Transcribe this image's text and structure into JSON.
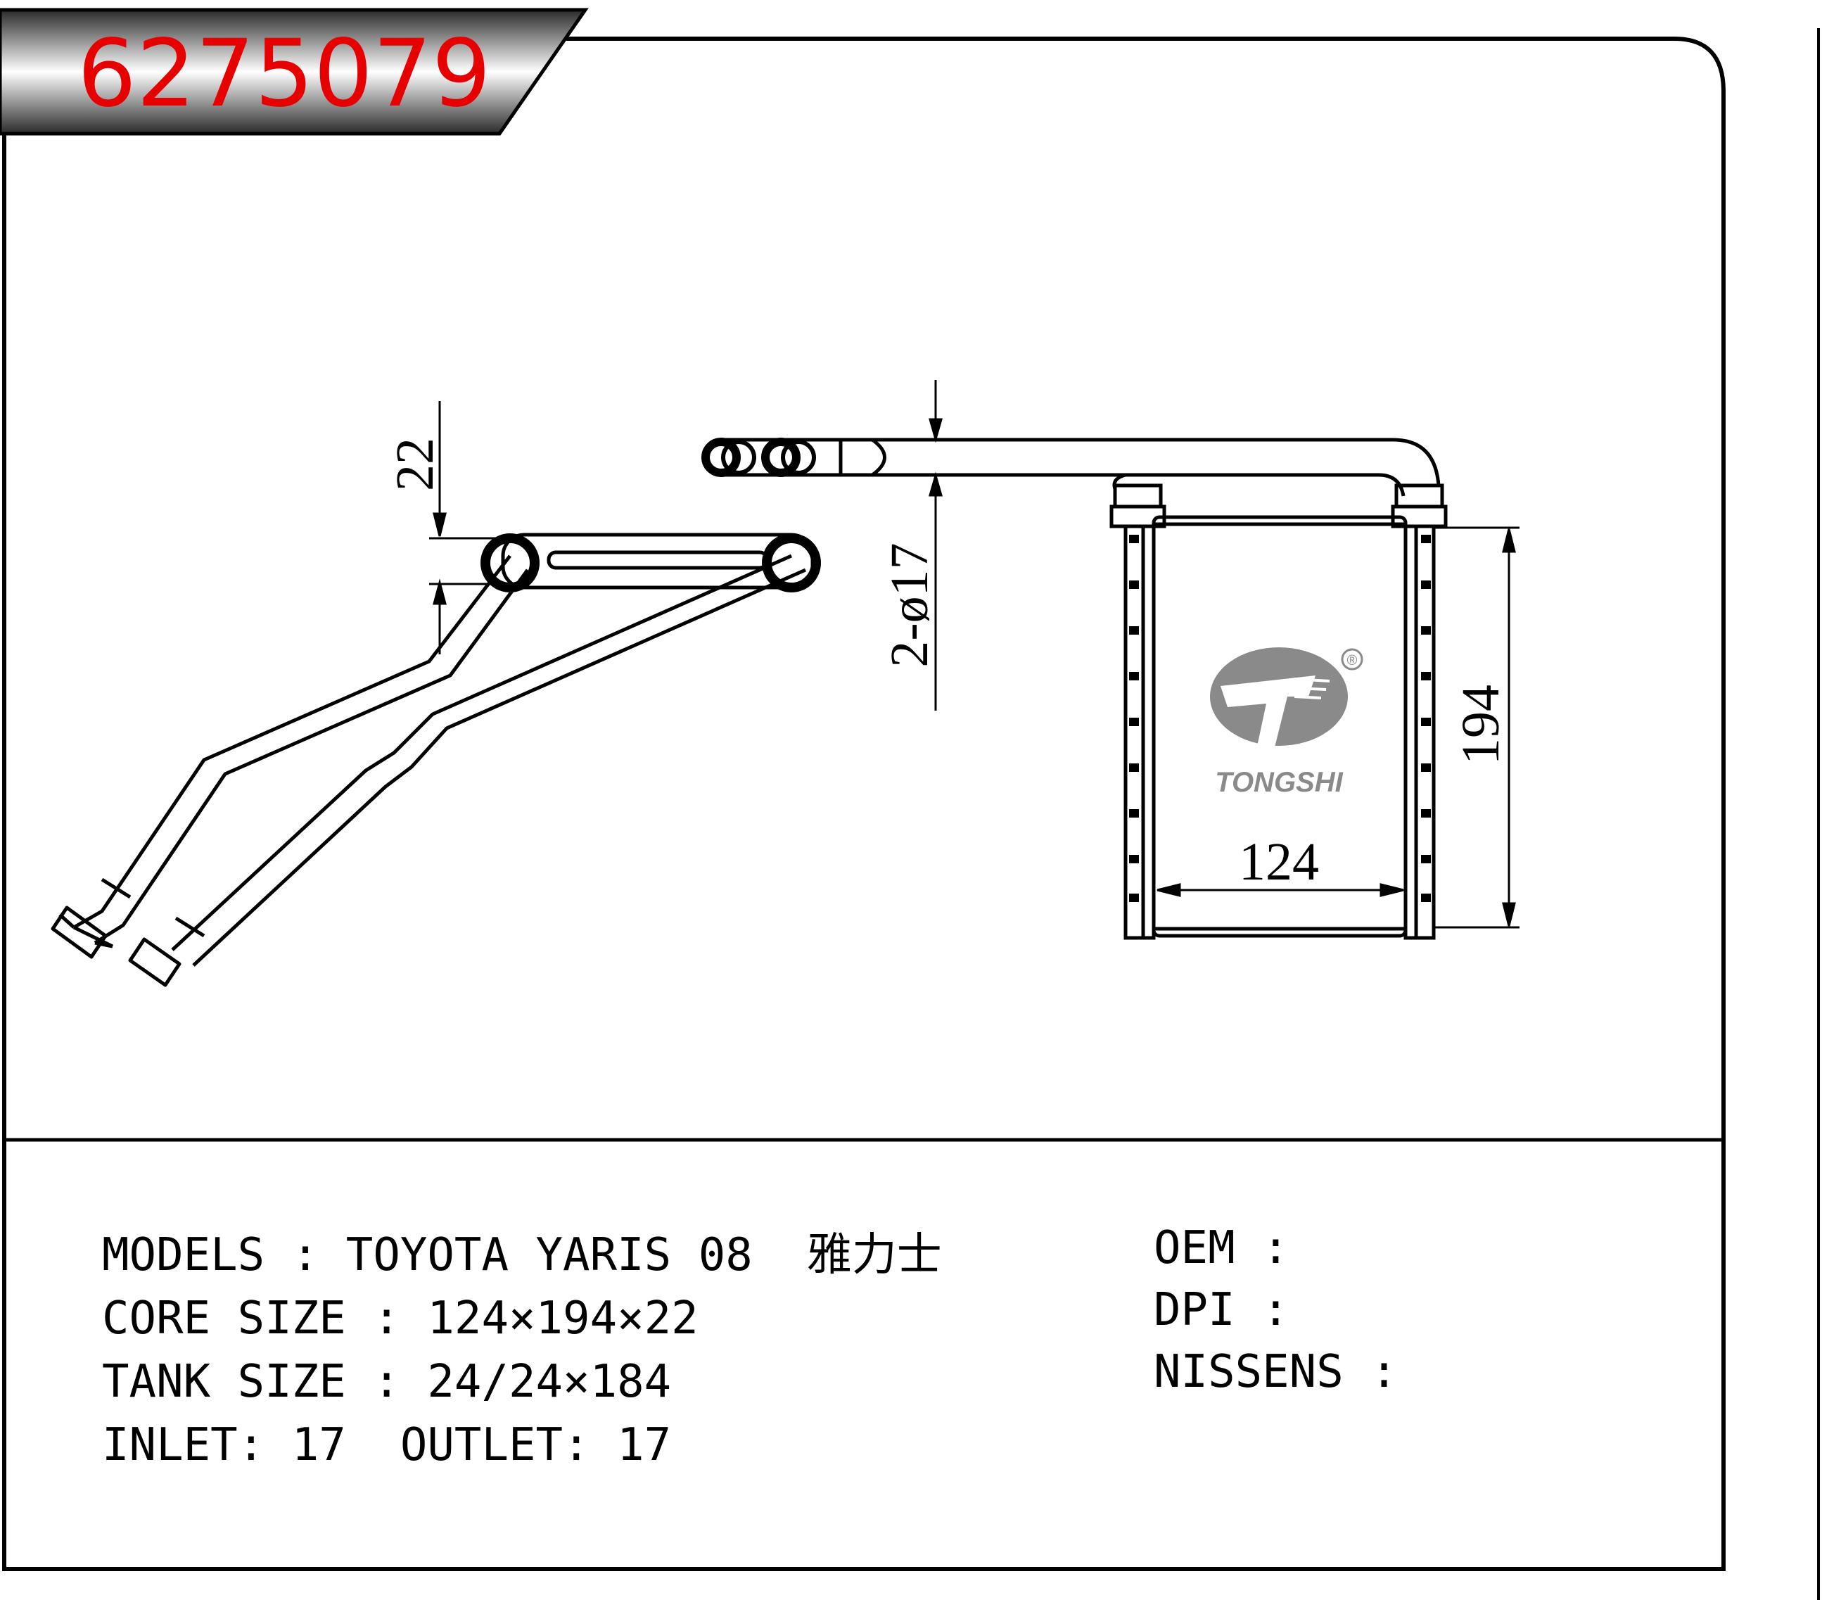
{
  "part_code": "6275079",
  "dimensions": {
    "thickness": "22",
    "pipe": "2-ø17",
    "height": "194",
    "width": "124"
  },
  "logo": {
    "brand": "TONGSHI",
    "registered_mark": "®"
  },
  "specs": {
    "models_label": "MODELS",
    "models_value": "TOYOTA YARIS 08",
    "models_cn": "雅力士",
    "core_label": "CORE SIZE",
    "core_value": "124×194×22",
    "tank_label": "TANK SIZE",
    "tank_value": "24/24×184",
    "inlet_label": "INLET:",
    "inlet_value": "17",
    "outlet_label": "OUTLET:",
    "outlet_value": "17",
    "separator": ":",
    "oem_label": "OEM",
    "dpi_label": "DPI",
    "nissens_label": "NISSENS"
  },
  "colors": {
    "code": "#e60000",
    "logo": "#8a8a8a"
  }
}
